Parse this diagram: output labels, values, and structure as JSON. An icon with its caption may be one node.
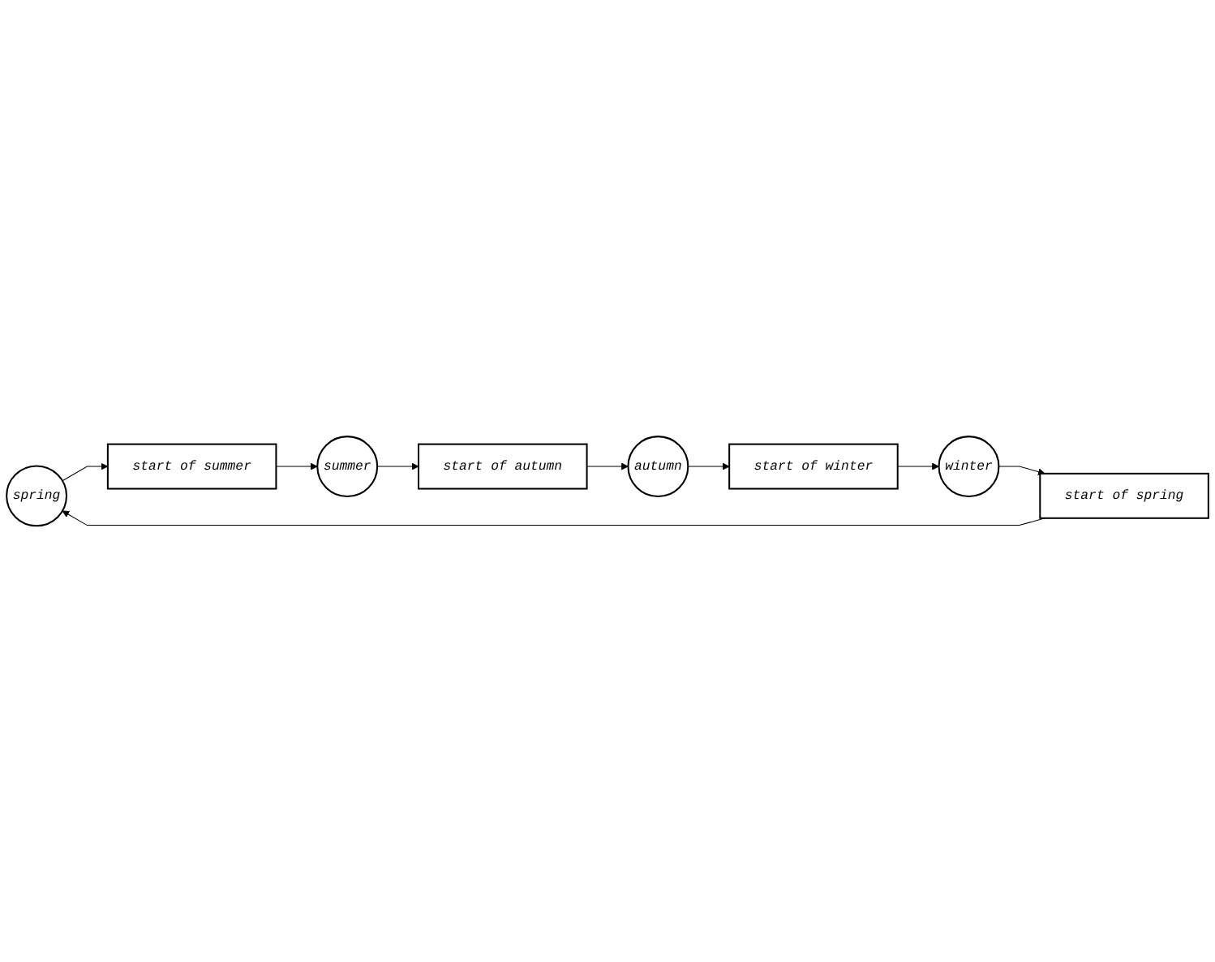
{
  "diagram": {
    "nodes": [
      {
        "text": [
          "spring"
        ]
      },
      {
        "text": [
          "start of summer"
        ]
      },
      {
        "text": [
          "summer"
        ]
      },
      {
        "text": [
          "start of spring"
        ]
      },
      {
        "text": [
          "start of autumn"
        ]
      },
      {
        "text": [
          "winter"
        ]
      },
      {
        "text": [
          "start of winter"
        ]
      },
      {
        "text": [
          "autumn"
        ]
      }
    ],
    "edges": [
      {
        "from": 0,
        "to": 1,
        "arrow": "to"
      },
      {
        "from": 1,
        "to": 2,
        "arrow": "to"
      },
      {
        "from": 2,
        "to": 4,
        "arrow": "to"
      },
      {
        "from": 4,
        "to": 7,
        "arrow": "to"
      },
      {
        "from": 7,
        "to": 6,
        "arrow": "to"
      },
      {
        "from": 6,
        "to": 5,
        "arrow": "to"
      },
      {
        "from": 5,
        "to": 3,
        "arrow": "to"
      },
      {
        "from": 3,
        "to": 0,
        "arrow": "to"
      }
    ]
  }
}
